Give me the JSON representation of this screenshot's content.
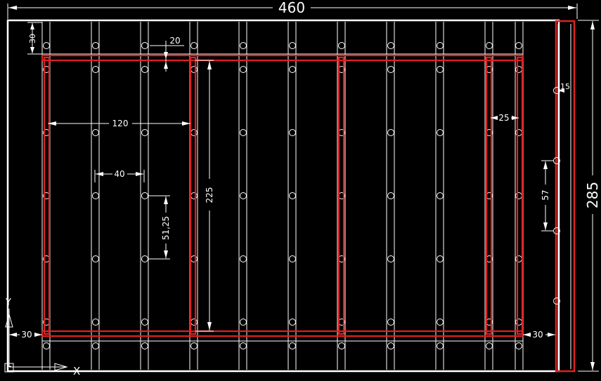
{
  "drawing": {
    "colors": {
      "background": "#000000",
      "lines": "#ffffff",
      "beams": "#e02020"
    },
    "dimensions": {
      "overall_width": "460",
      "overall_height": "285",
      "top_offset": "30",
      "hole_spacing_horizontal": "20",
      "beam_spacing": "120",
      "hole_gap": "40",
      "hole_pitch_vertical": "51,25",
      "beam_length": "225",
      "end_gap": "25",
      "strip_offset": "15",
      "strip_hole_pitch": "57",
      "left_margin": "30",
      "right_margin": "30"
    },
    "ucs": {
      "x_label": "X",
      "y_label": "Y"
    }
  }
}
